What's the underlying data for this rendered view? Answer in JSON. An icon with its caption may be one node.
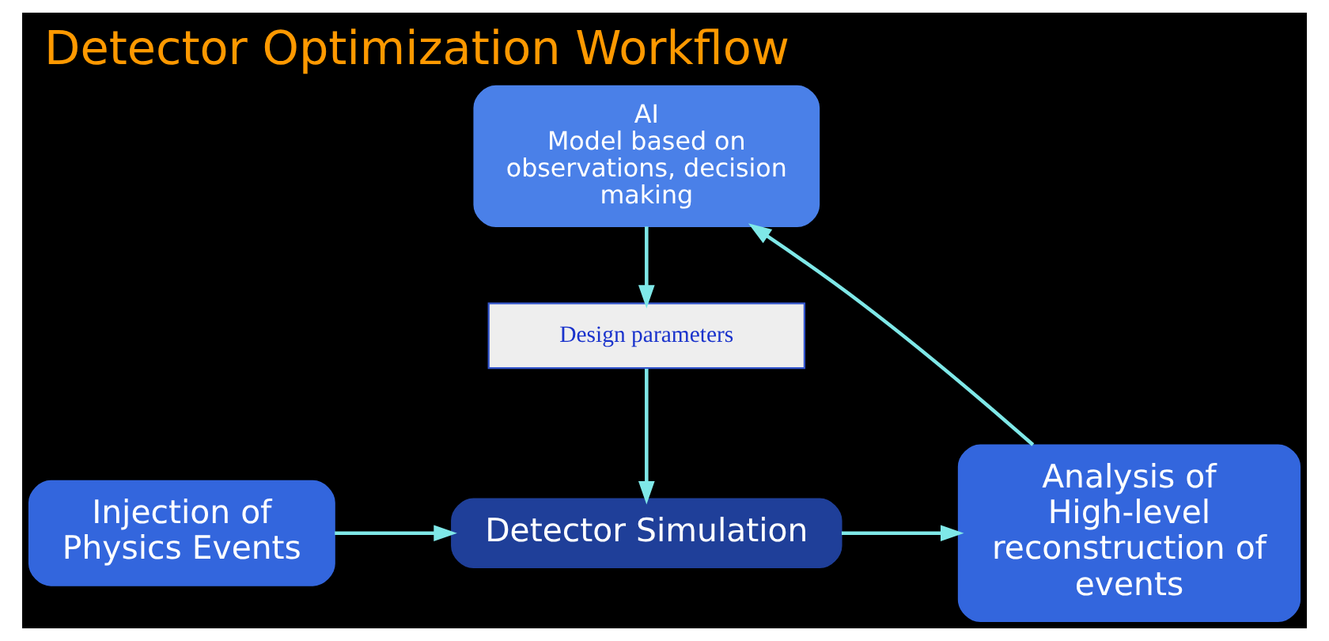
{
  "diagram": {
    "title": "Detector Optimization Workflow",
    "nodes": [
      {
        "text": [
          "AI",
          "Model based on observations, decision making"
        ]
      },
      {
        "text": [
          "Design parameters"
        ]
      },
      {
        "text": [
          "Injection of Physics Events"
        ]
      },
      {
        "text": [
          "Detector Simulation"
        ]
      },
      {
        "text": [
          "Analysis of High-level reconstruction of events"
        ]
      }
    ],
    "edges": [
      {
        "from": 0,
        "to": 1,
        "arrow": "to"
      },
      {
        "from": 1,
        "to": 3,
        "arrow": "to"
      },
      {
        "from": 2,
        "to": 3,
        "arrow": "to"
      },
      {
        "from": 3,
        "to": 4,
        "arrow": "to"
      },
      {
        "from": 4,
        "to": 0,
        "arrow": "to"
      }
    ]
  }
}
